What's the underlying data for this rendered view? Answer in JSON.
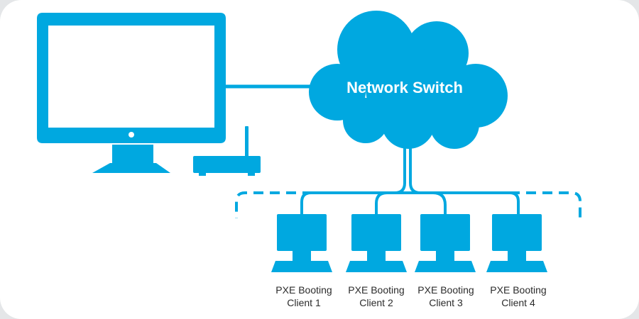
{
  "switch": {
    "label": "Network Switch"
  },
  "clients": [
    {
      "line1": "PXE Booting",
      "line2": "Client 1"
    },
    {
      "line1": "PXE Booting",
      "line2": "Client 2"
    },
    {
      "line1": "PXE Booting",
      "line2": "Client 3"
    },
    {
      "line1": "PXE Booting",
      "line2": "Client 4"
    }
  ],
  "colors": {
    "accent": "#00a8e0",
    "background": "#ffffff",
    "text": "#2b2b2b"
  },
  "icons": {
    "server": "monitor-icon",
    "router": "router-icon",
    "switch": "cloud-icon",
    "client": "desktop-icon"
  }
}
